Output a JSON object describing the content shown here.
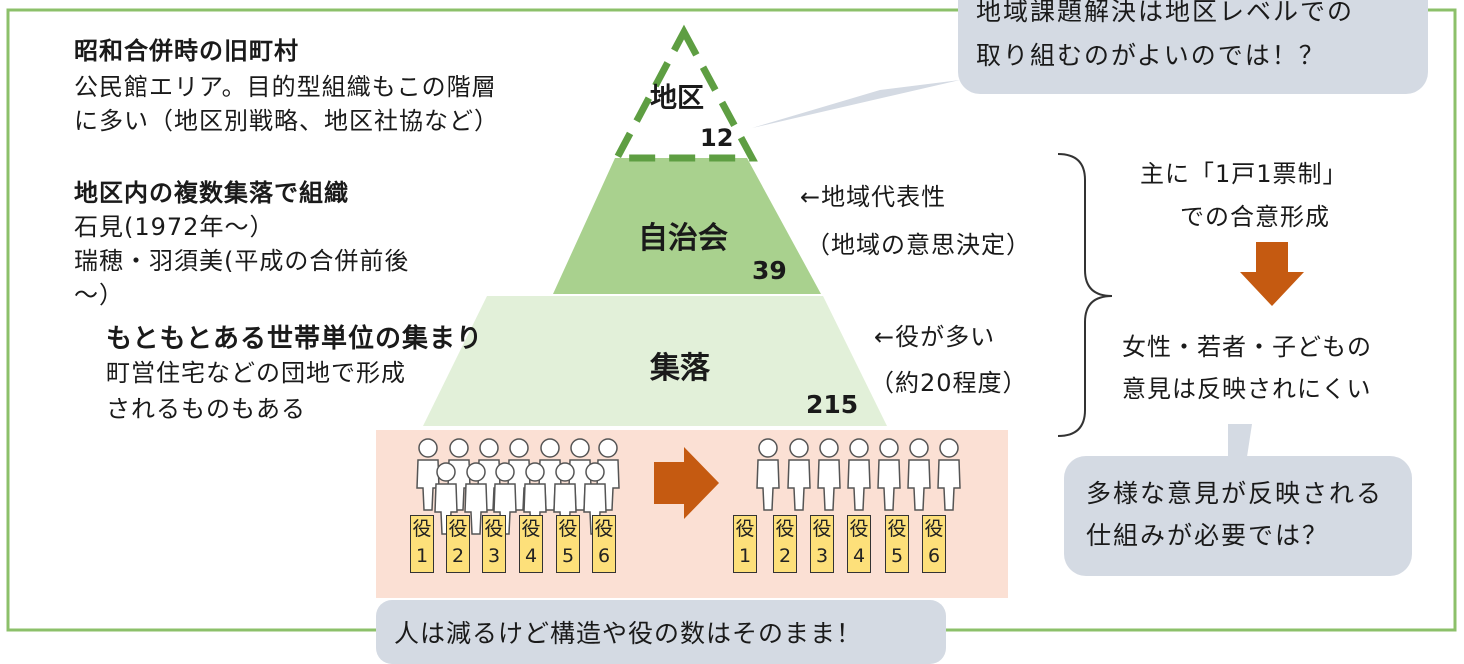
{
  "colors": {
    "frame": "#8cc06a",
    "pyramid_top_dash": "#5e9e42",
    "pyramid_middle": "#a9d18e",
    "pyramid_bottom": "#e2f0d9",
    "band": "#fbe0d4",
    "arrow": "#c55a11",
    "callout": "#d4dae3",
    "role_box": "#fde07a"
  },
  "pyramid": {
    "top": {
      "label": "地区",
      "count": "12"
    },
    "middle": {
      "label": "自治会",
      "count": "39"
    },
    "bottom": {
      "label": "集落",
      "count": "215"
    }
  },
  "left_notes": {
    "n1_title": "昭和合併時の旧町村",
    "n1_line1": "公民館エリア。目的型組織もこの階層",
    "n1_line2": "に多い（地区別戦略、地区社協など）",
    "n2_title": "地区内の複数集落で組織",
    "n2_line1": "石見(1972年～）",
    "n2_line2": "瑞穂・羽須美(平成の合併前後",
    "n2_line3": "～）",
    "n3_title": "もともとある世帯単位の集まり",
    "n3_line1": "町営住宅などの団地で形成",
    "n3_line2": "されるものもある"
  },
  "right_notes": {
    "jichikai_line1": "←地域代表性",
    "jichikai_line2": "（地域の意思決定）",
    "shuraku_line1": "←役が多い",
    "shuraku_line2": "（約20程度）",
    "vote_line1": "主に「1戸1票制」",
    "vote_line2": "での合意形成",
    "result_line1": "女性・若者・子どもの",
    "result_line2": "意見は反映されにくい"
  },
  "callouts": {
    "top_line1": "地域課題解決は地区レベルでの",
    "top_line2": "取り組むのがよいのでは！？",
    "right_line1": "多様な意見が反映される",
    "right_line2": "仕組みが必要では？",
    "bottom": "人は減るけど構造や役の数はそのまま！"
  },
  "roles": {
    "label": "役",
    "numbers": [
      "1",
      "2",
      "3",
      "4",
      "5",
      "6"
    ]
  },
  "people": {
    "before_count": 13,
    "after_count": 7
  }
}
